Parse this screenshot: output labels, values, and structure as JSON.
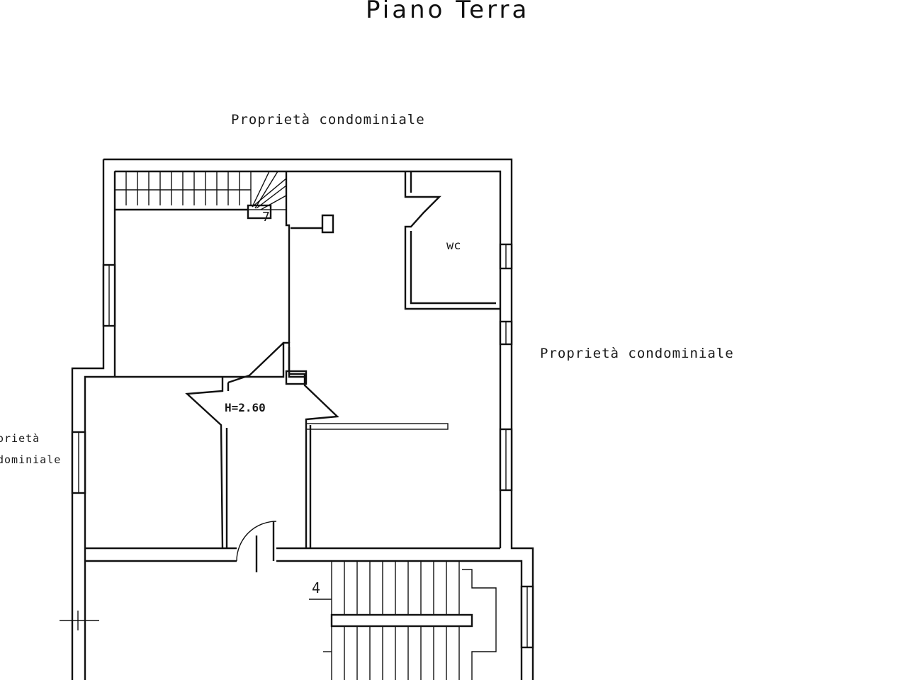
{
  "title": "Piano Terra",
  "labels": {
    "top": "Proprietà condominiale",
    "right": "Proprietà condominiale",
    "left_line1": "orietà",
    "left_line2": "dominiale",
    "wc": "wc",
    "height": "H=2.60",
    "stair_num_bottom": "4",
    "stair_num_top": "7"
  }
}
